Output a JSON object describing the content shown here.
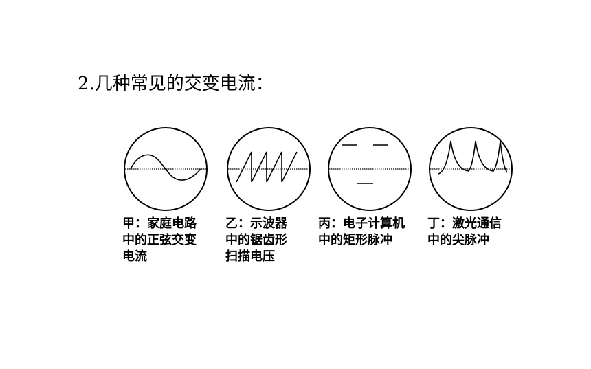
{
  "heading": "2.几种常见的交变电流：",
  "scopes": [
    {
      "id": "sine",
      "caption_lines": [
        "甲：家庭电路",
        "中的正弦交变",
        "电流"
      ]
    },
    {
      "id": "sawtooth",
      "caption_lines": [
        "乙：示波器",
        "中的锯齿形",
        "扫描电压"
      ]
    },
    {
      "id": "rectangular",
      "caption_lines": [
        "丙：电子计算机",
        "中的矩形脉冲"
      ]
    },
    {
      "id": "spike",
      "caption_lines": [
        "丁：激光通信",
        "中的尖脉冲"
      ]
    }
  ],
  "colors": {
    "ink": "#000000",
    "background": "#ffffff"
  }
}
